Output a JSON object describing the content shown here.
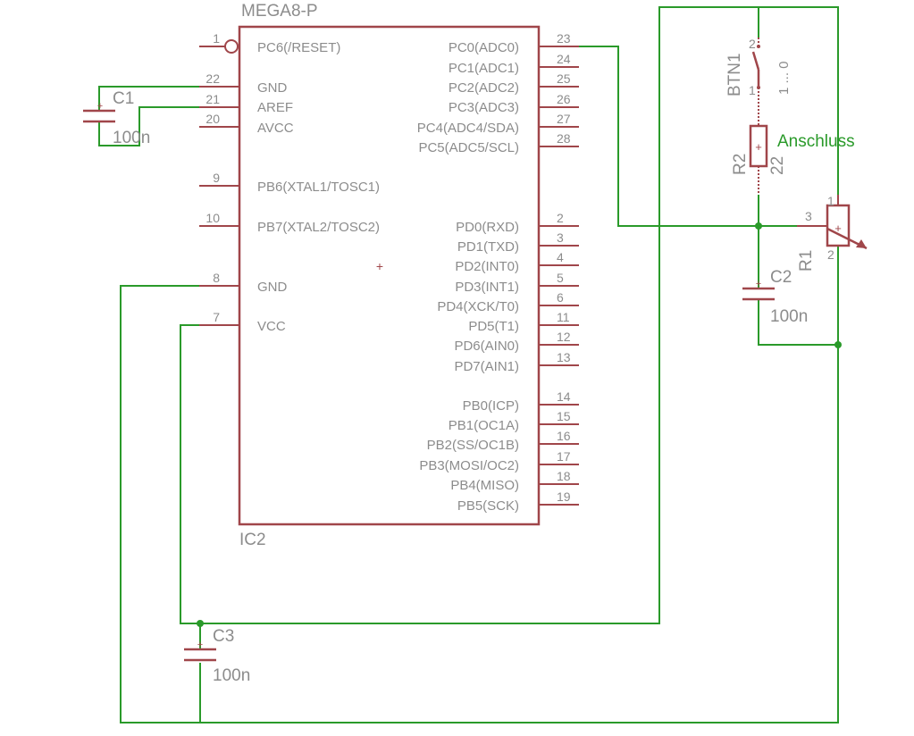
{
  "ic": {
    "part": "MEGA8-P",
    "name": "IC2",
    "left_pins": [
      {
        "num": "1",
        "name": "PC6(/RESET)"
      },
      {
        "num": "22",
        "name": "GND"
      },
      {
        "num": "21",
        "name": "AREF"
      },
      {
        "num": "20",
        "name": "AVCC"
      },
      {
        "num": "9",
        "name": "PB6(XTAL1/TOSC1)"
      },
      {
        "num": "10",
        "name": "PB7(XTAL2/TOSC2)"
      },
      {
        "num": "8",
        "name": "GND"
      },
      {
        "num": "7",
        "name": "VCC"
      }
    ],
    "right_pins": [
      {
        "num": "23",
        "name": "PC0(ADC0)"
      },
      {
        "num": "24",
        "name": "PC1(ADC1)"
      },
      {
        "num": "25",
        "name": "PC2(ADC2)"
      },
      {
        "num": "26",
        "name": "PC3(ADC3)"
      },
      {
        "num": "27",
        "name": "PC4(ADC4/SDA)"
      },
      {
        "num": "28",
        "name": "PC5(ADC5/SCL)"
      },
      {
        "num": "2",
        "name": "PD0(RXD)"
      },
      {
        "num": "3",
        "name": "PD1(TXD)"
      },
      {
        "num": "4",
        "name": "PD2(INT0)"
      },
      {
        "num": "5",
        "name": "PD3(INT1)"
      },
      {
        "num": "6",
        "name": "PD4(XCK/T0)"
      },
      {
        "num": "11",
        "name": "PD5(T1)"
      },
      {
        "num": "12",
        "name": "PD6(AIN0)"
      },
      {
        "num": "13",
        "name": "PD7(AIN1)"
      },
      {
        "num": "14",
        "name": "PB0(ICP)"
      },
      {
        "num": "15",
        "name": "PB1(OC1A)"
      },
      {
        "num": "16",
        "name": "PB2(SS/OC1B)"
      },
      {
        "num": "17",
        "name": "PB3(MOSI/OC2)"
      },
      {
        "num": "18",
        "name": "PB4(MISO)"
      },
      {
        "num": "19",
        "name": "PB5(SCK)"
      }
    ]
  },
  "c1": {
    "name": "C1",
    "value": "100n"
  },
  "c2": {
    "name": "C2",
    "value": "100n"
  },
  "c3": {
    "name": "C3",
    "value": "100n"
  },
  "btn": {
    "name": "BTN1",
    "pin2": "2",
    "pin1": "1",
    "state": "1 ... 0"
  },
  "r2": {
    "name": "R2",
    "value": "22"
  },
  "r1": {
    "name": "R1",
    "pin1": "1",
    "pin2": "2",
    "pin3": "3"
  },
  "annotation": "Anschluss"
}
